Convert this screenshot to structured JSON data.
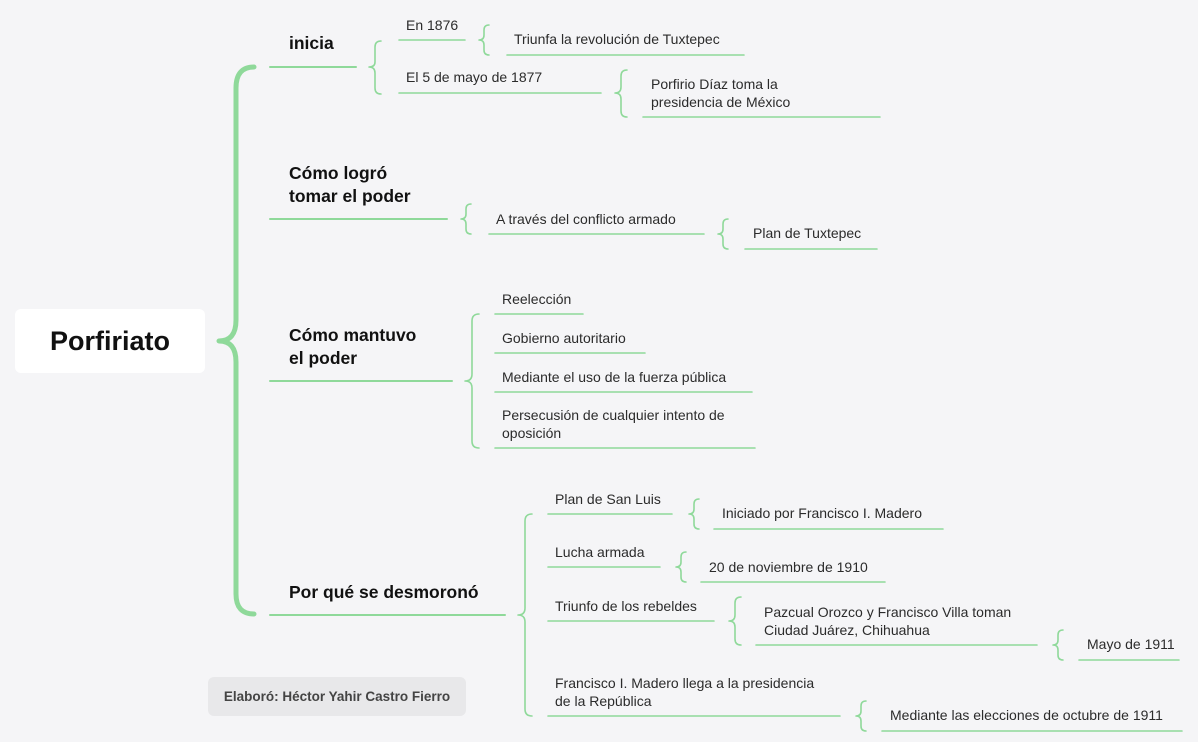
{
  "root": "Porfiriato",
  "credit": "Elaboró: Héctor Yahir Castro Fierro",
  "branches": [
    {
      "label": "inicia",
      "children": [
        {
          "label": "En 1876",
          "children": [
            {
              "label": "Triunfa la revolución de Tuxtepec"
            }
          ]
        },
        {
          "label": "El 5 de mayo de 1877",
          "children": [
            {
              "label": "Porfirio Díaz toma la\npresidencia de México"
            }
          ]
        }
      ]
    },
    {
      "label": "Cómo logró\ntomar el poder",
      "children": [
        {
          "label": "A través del conflicto armado",
          "children": [
            {
              "label": "Plan de Tuxtepec"
            }
          ]
        }
      ]
    },
    {
      "label": "Cómo mantuvo\nel poder",
      "children": [
        {
          "label": "Reelección"
        },
        {
          "label": "Gobierno autoritario"
        },
        {
          "label": "Mediante el uso de la fuerza pública"
        },
        {
          "label": "Persecusión de cualquier intento de\noposición"
        }
      ]
    },
    {
      "label": "Por qué se desmoronó",
      "children": [
        {
          "label": "Plan de San Luis",
          "children": [
            {
              "label": "Iniciado por Francisco I. Madero"
            }
          ]
        },
        {
          "label": "Lucha armada",
          "children": [
            {
              "label": "20 de noviembre de 1910"
            }
          ]
        },
        {
          "label": "Triunfo de los rebeldes",
          "children": [
            {
              "label": "Pazcual Orozco y Francisco Villa toman\nCiudad Juárez, Chihuahua",
              "children": [
                {
                  "label": "Mayo de 1911"
                }
              ]
            }
          ]
        },
        {
          "label": "Francisco I. Madero llega a la presidencia\nde la República",
          "children": [
            {
              "label": "Mediante las elecciones de octubre de 1911"
            }
          ]
        }
      ]
    }
  ]
}
